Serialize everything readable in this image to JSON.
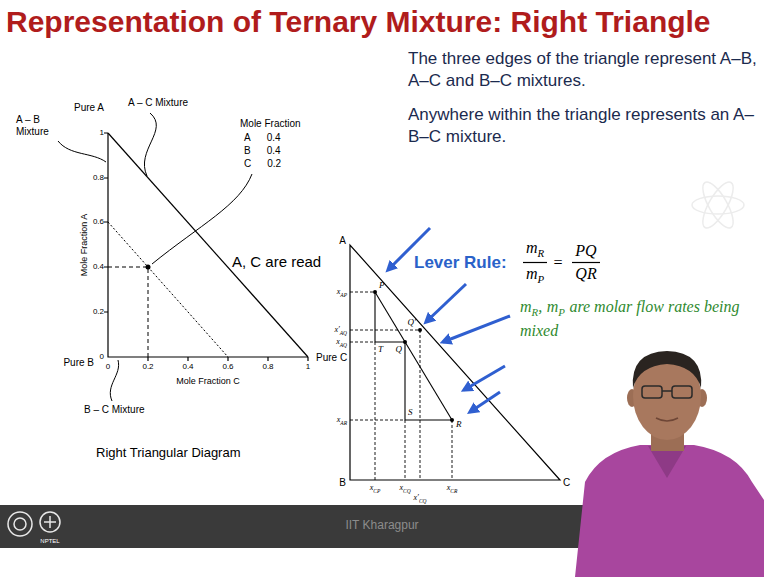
{
  "diagram": {
    "title": "Representation of Ternary Mixture: Right Triangle",
    "labels": [
      "Pure A",
      "A – C Mixture",
      "A – B Mixture",
      "Mole Fraction",
      "A",
      "0.4",
      "B",
      "0.4",
      "C",
      "0.2",
      "A, C are read",
      "Mole Fraction A",
      "1",
      "0.8",
      "0.6",
      "0.4",
      "0.2",
      "0",
      "0",
      "0.2",
      "0.4",
      "0.6",
      "0.8",
      "1",
      "Pure B",
      "Pure C",
      "Mole Fraction C",
      "B – C Mixture",
      "Right Triangular Diagram",
      "The three edges of the triangle represent A–B, A–C and B–C mixtures.",
      "Anywhere within the triangle represents an A–B–C mixture.",
      "A",
      "B",
      "C",
      "P",
      "Q",
      "Q′",
      "R",
      "T",
      "S",
      "x",
      "AP",
      "x′",
      "AQ",
      "x",
      "AQ",
      "x",
      "AR",
      "x",
      "CP",
      "x",
      "CQ",
      "x′",
      "CQ",
      "x",
      "CR",
      "Lever Rule:",
      "m",
      "R",
      "m",
      "P",
      "=",
      "PQ",
      "QR",
      "m",
      "R",
      ",",
      "m",
      "P",
      "are molar flow rates being mixed",
      "NPTEL",
      "IIT Kharagpur"
    ]
  }
}
